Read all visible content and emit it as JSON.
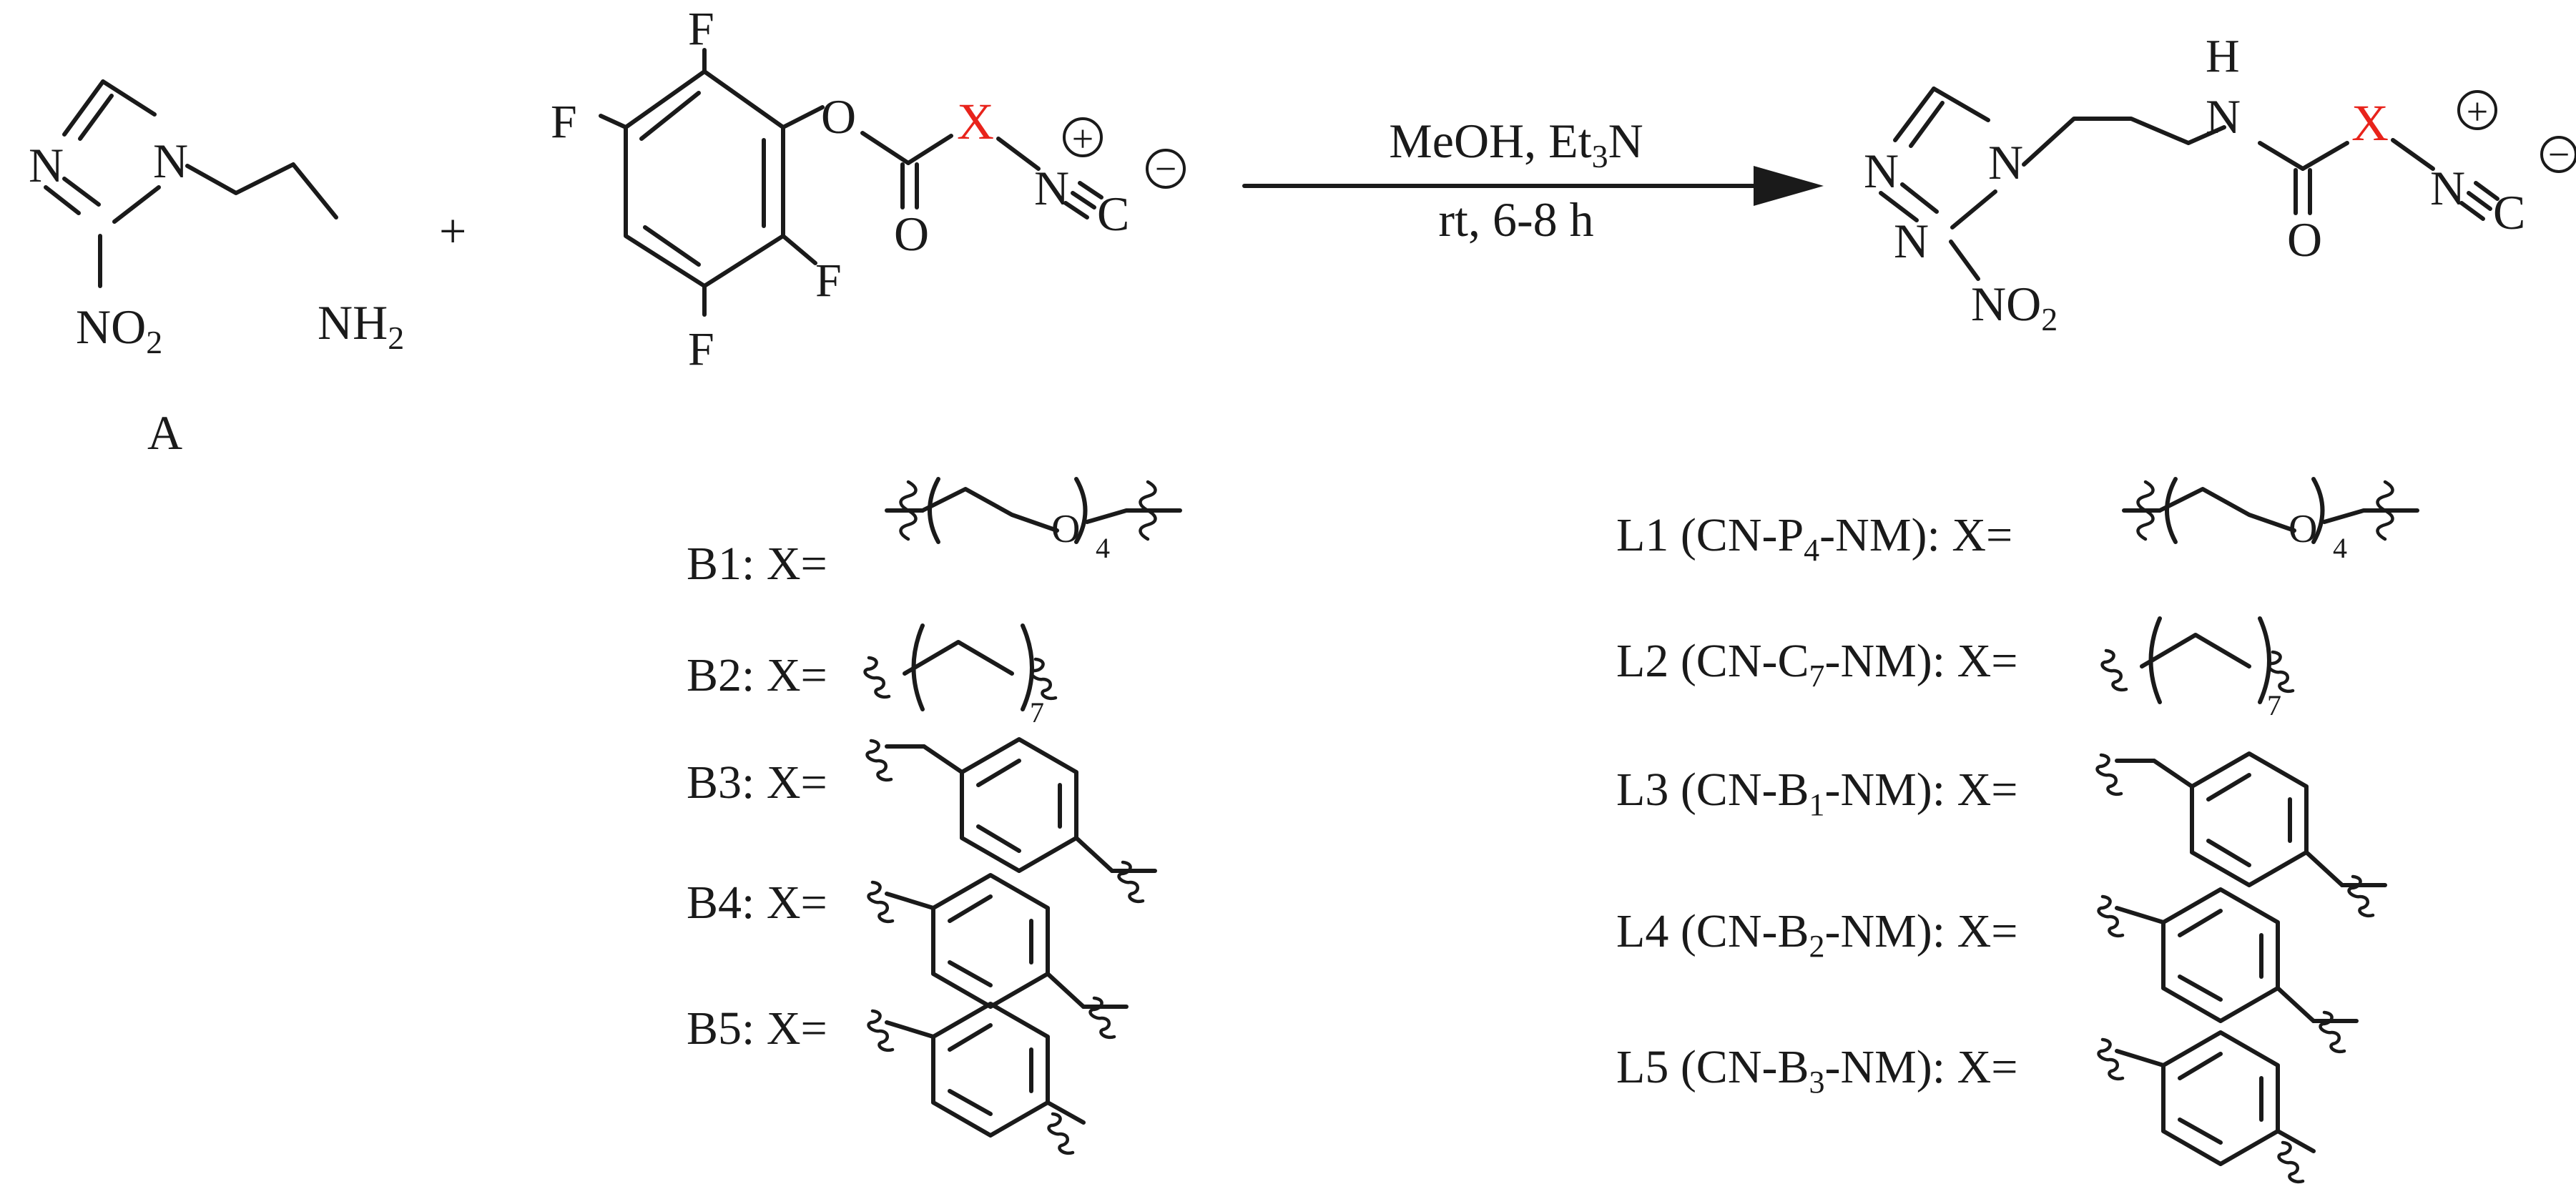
{
  "colors": {
    "x_highlight": "#e8231b",
    "ink": "#1a1a1a"
  },
  "reactant_a": {
    "label": "A",
    "atom_n": "N",
    "atom_n1": "N",
    "nitro_no": "NO",
    "nitro_sub": "2",
    "amine_nh": "NH",
    "amine_sub": "2"
  },
  "plus_sign": "+",
  "reactant_b": {
    "f_labels": [
      "F",
      "F",
      "F",
      "F"
    ],
    "o_ester": "O",
    "o_carbonyl": "O",
    "x_label": "X",
    "n_label": "N",
    "c_label": "C",
    "charge_plus": "+",
    "charge_minus": "−"
  },
  "conditions": {
    "line1_prefix": "MeOH, Et",
    "line1_sub": "3",
    "line1_suffix": "N",
    "line2": "rt, 6-8 h"
  },
  "product": {
    "atom_n": "N",
    "atom_n1": "N",
    "nitro_no": "NO",
    "nitro_sub": "2",
    "h_label": "H",
    "nh_n": "N",
    "o_carbonyl": "O",
    "x_label": "X",
    "n_label": "N",
    "c_label": "C",
    "charge_plus": "+",
    "charge_minus": "−"
  },
  "b_series": [
    {
      "label": "B1: X="
    },
    {
      "label": "B2: X="
    },
    {
      "label": "B3: X="
    },
    {
      "label": "B4: X="
    },
    {
      "label": "B5: X="
    }
  ],
  "l_series": [
    {
      "prefix": "L1 (CN-P",
      "sub": "4",
      "suffix": "-NM):  X="
    },
    {
      "prefix": "L2 (CN-C",
      "sub": "7",
      "suffix": "-NM):  X="
    },
    {
      "prefix": "L3 (CN-B",
      "sub": "1",
      "suffix": "-NM):  X="
    },
    {
      "prefix": "L4 (CN-B",
      "sub": "2",
      "suffix": "-NM):  X="
    },
    {
      "prefix": "L5 (CN-B",
      "sub": "3",
      "suffix": "-NM):  X="
    }
  ],
  "fragments": {
    "peg_oxygen": "O",
    "peg_repeat": "4",
    "alkyl_repeat": "7"
  }
}
